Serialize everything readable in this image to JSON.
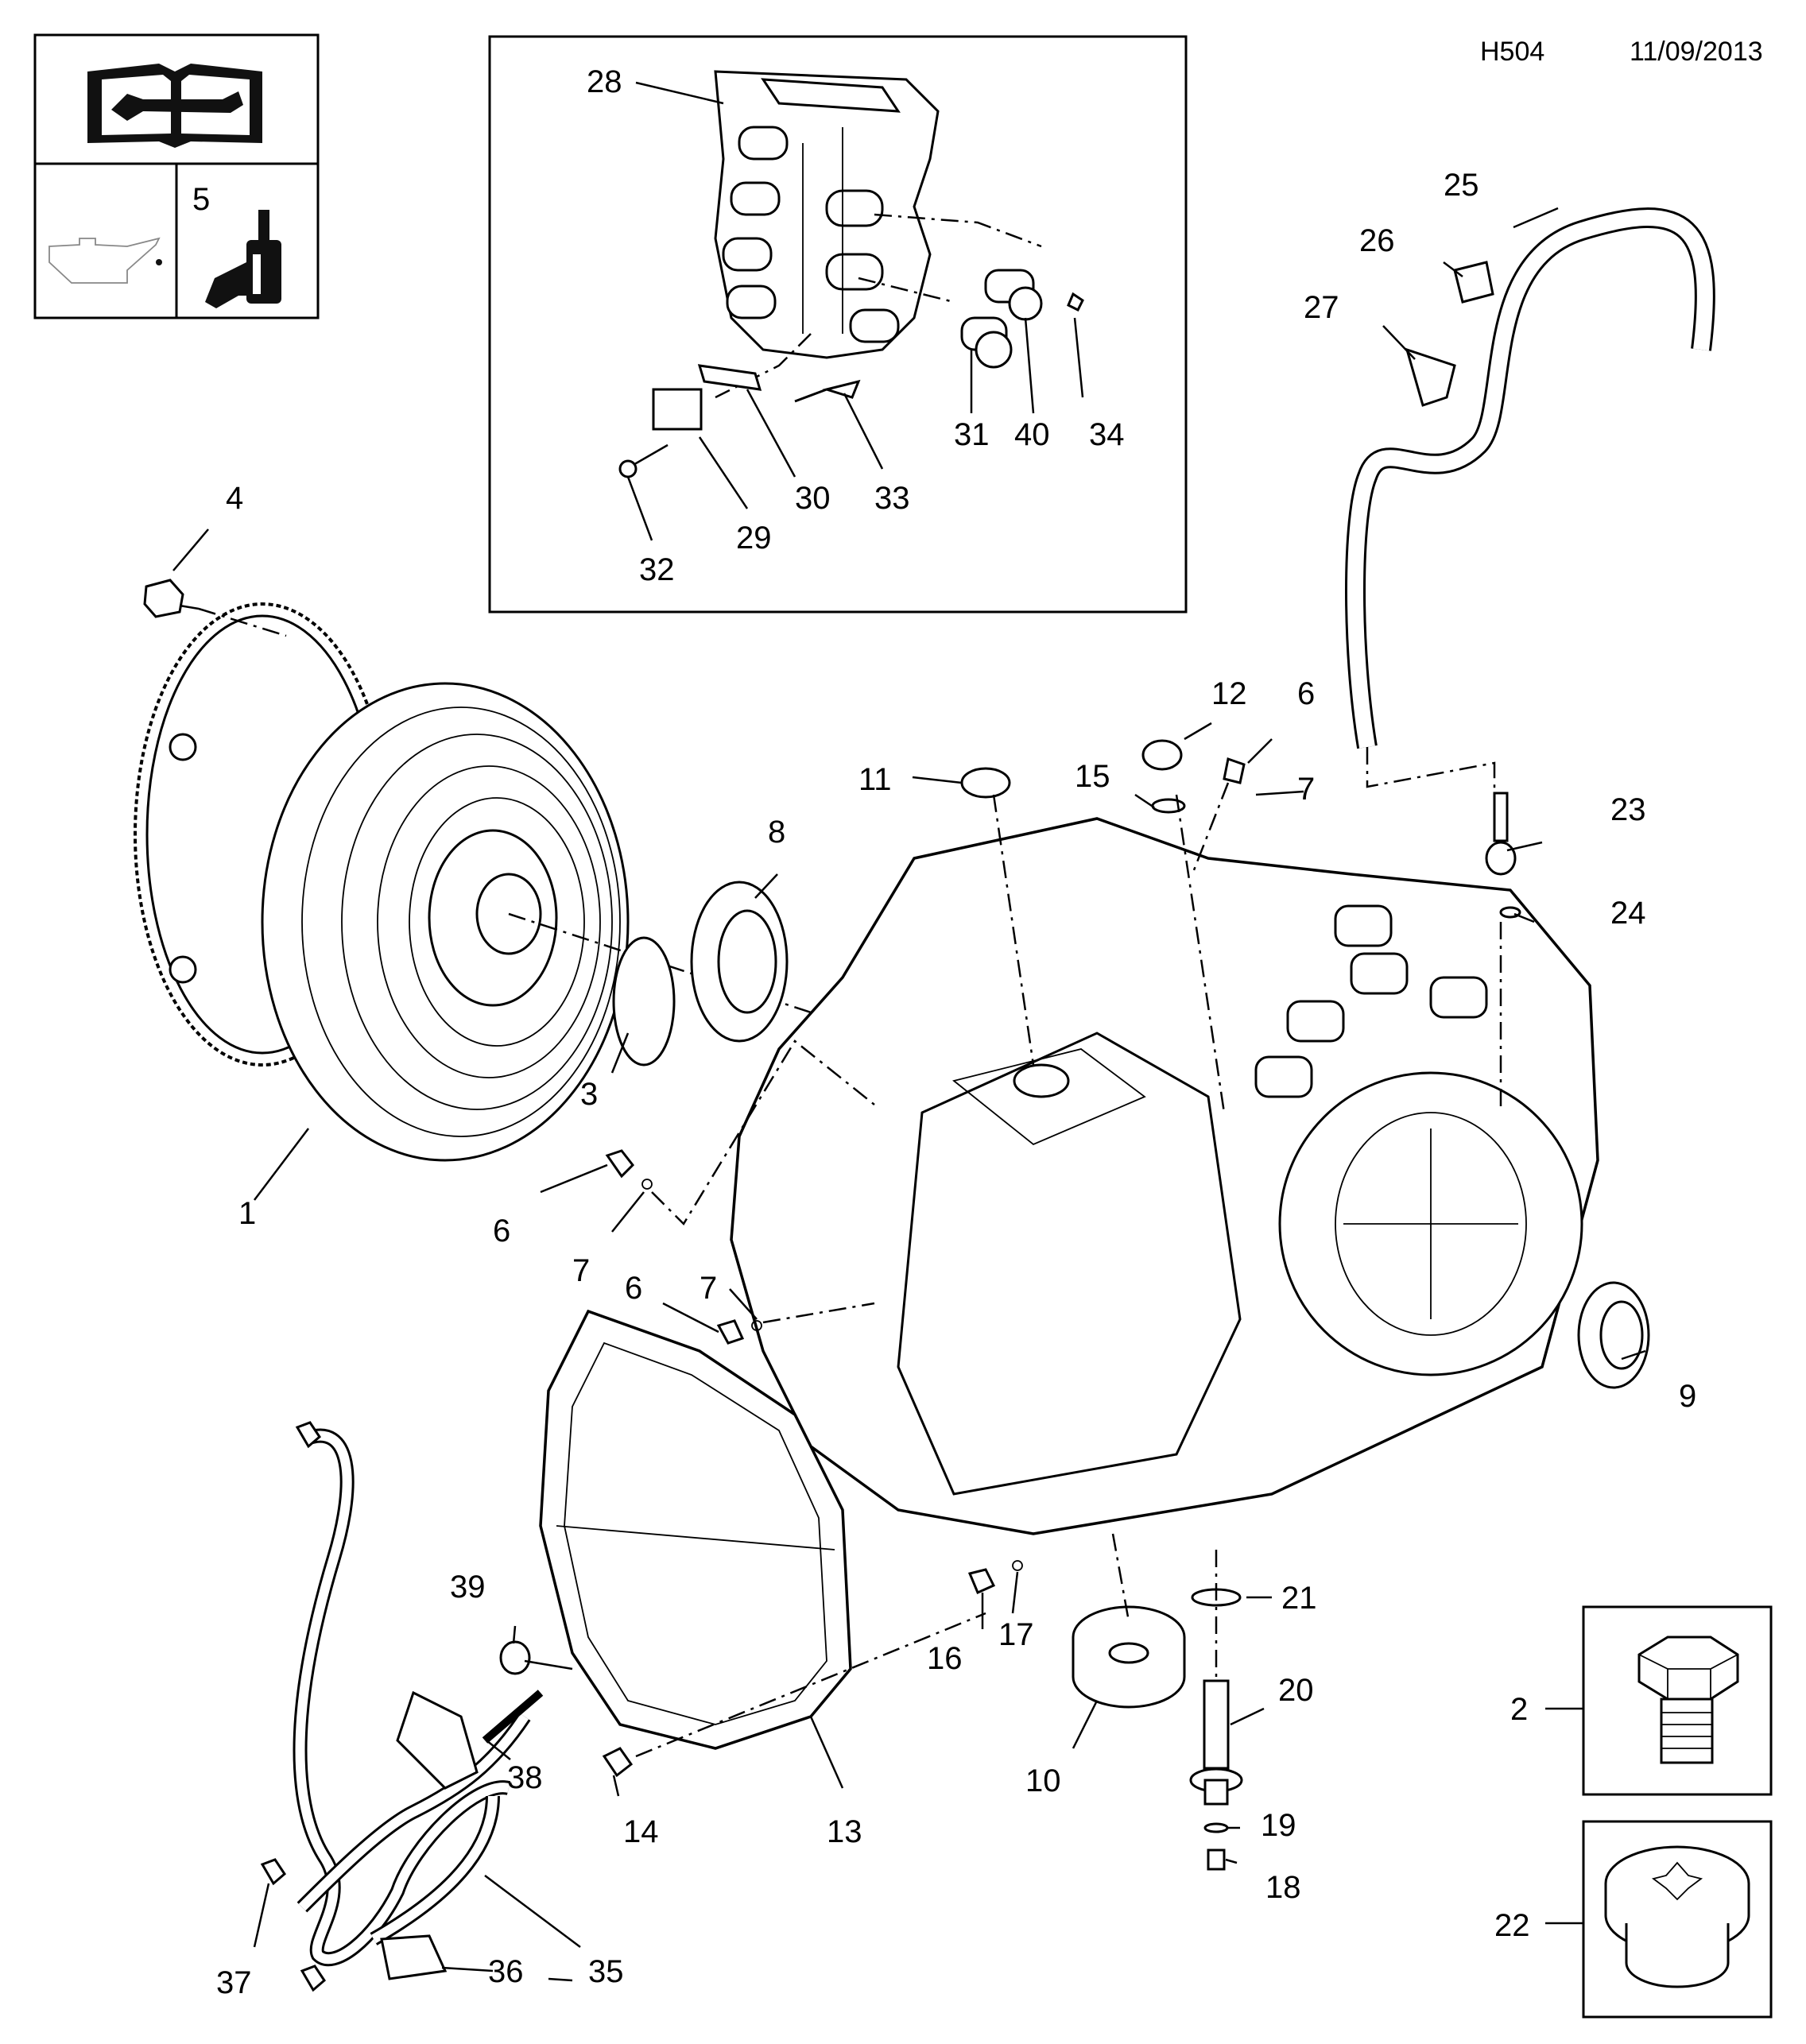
{
  "header": {
    "diagram_code": "H504",
    "date": "11/09/2013"
  },
  "labels": {
    "l1": "1",
    "l2": "2",
    "l3": "3",
    "l4": "4",
    "l5": "5",
    "l6a": "6",
    "l6b": "6",
    "l6c": "6",
    "l7a": "7",
    "l7b": "7",
    "l7c": "7",
    "l8": "8",
    "l9": "9",
    "l10": "10",
    "l11": "11",
    "l12": "12",
    "l13": "13",
    "l14": "14",
    "l15": "15",
    "l16": "16",
    "l17": "17",
    "l18": "18",
    "l19": "19",
    "l20": "20",
    "l21": "21",
    "l22": "22",
    "l23": "23",
    "l24": "24",
    "l25": "25",
    "l26": "26",
    "l27": "27",
    "l28": "28",
    "l29": "29",
    "l30": "30",
    "l31": "31",
    "l32": "32",
    "l33": "33",
    "l34": "34",
    "l35": "35",
    "l36": "36",
    "l37": "37",
    "l38": "38",
    "l39": "39",
    "l40": "40"
  },
  "icons": {
    "manual": "wrench-book-icon",
    "oil": "oil-can-icon",
    "sealant": "sealant-bottle-icon"
  }
}
